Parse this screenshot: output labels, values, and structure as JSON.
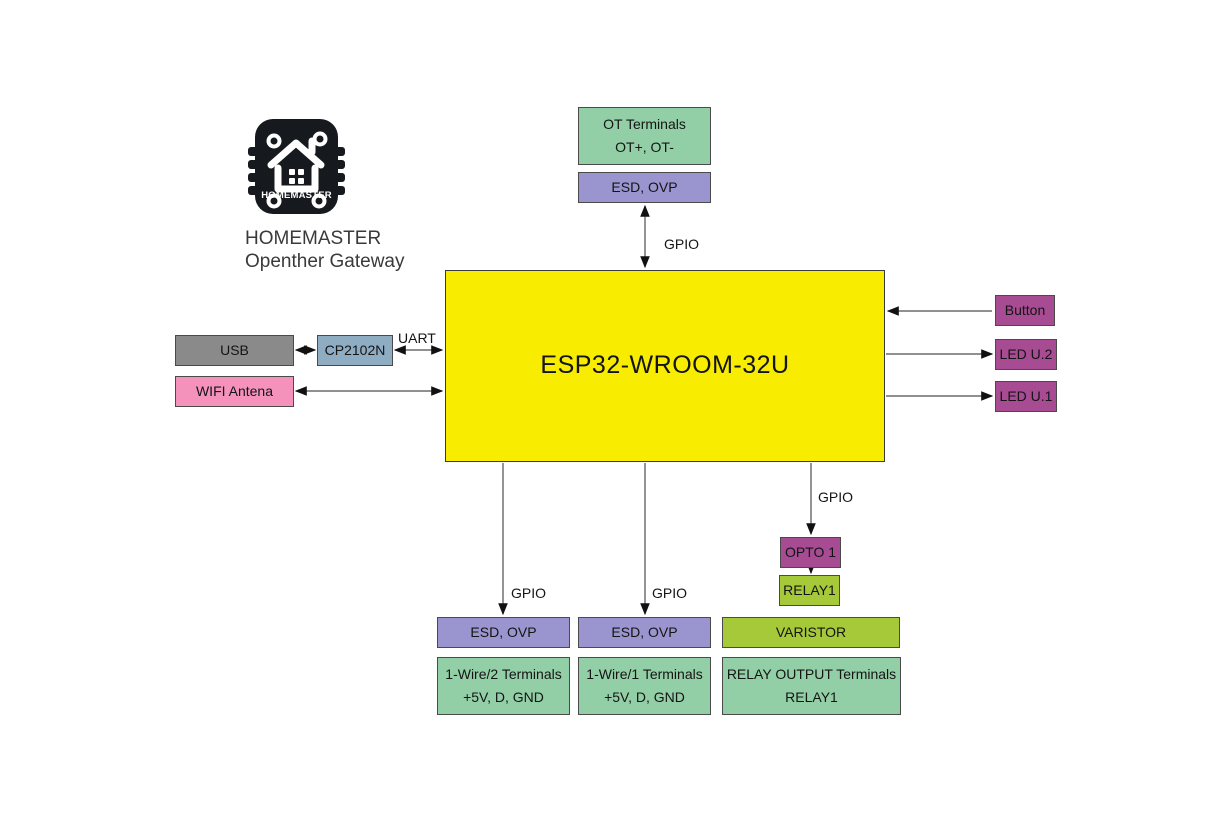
{
  "brand": {
    "logo_text": "HOMEMASTER",
    "title_line1": "HOMEMASTER",
    "title_line2": "Openther Gateway"
  },
  "nodes": {
    "ot_terminals": {
      "line1": "OT Terminals",
      "line2": "OT+, OT-"
    },
    "esd_ovp_ot": {
      "label": "ESD, OVP"
    },
    "esp32": {
      "label": "ESP32-WROOM-32U"
    },
    "usb": {
      "label": "USB"
    },
    "cp2102n": {
      "label": "CP2102N"
    },
    "wifi_antenna": {
      "label": "WIFI Antena"
    },
    "button": {
      "label": "Button"
    },
    "led_u2": {
      "label": "LED U.2"
    },
    "led_u1": {
      "label": "LED U.1"
    },
    "esd_ovp_1wire2": {
      "label": "ESD, OVP"
    },
    "esd_ovp_1wire1": {
      "label": "ESD, OVP"
    },
    "one_wire_2": {
      "line1": "1-Wire/2 Terminals",
      "line2": "+5V, D, GND"
    },
    "one_wire_1": {
      "line1": "1-Wire/1 Terminals",
      "line2": "+5V, D, GND"
    },
    "opto1": {
      "label": "OPTO 1"
    },
    "relay1": {
      "label": "RELAY1"
    },
    "varistor": {
      "label": "VARISTOR"
    },
    "relay_output": {
      "line1": "RELAY OUTPUT Terminals",
      "line2": "RELAY1"
    }
  },
  "wire_labels": {
    "uart": "UART",
    "gpio_ot": "GPIO",
    "gpio_1wire2": "GPIO",
    "gpio_1wire1": "GPIO",
    "gpio_relay": "GPIO"
  },
  "colors": {
    "esp32_fill": "#f8ec00",
    "terminal_green": "#93cfa6",
    "protection_purple": "#9b95cf",
    "io_magenta": "#a74b93",
    "relay_lime": "#a5c939",
    "usb_gray": "#8a8a8a",
    "uart_bridge_blue": "#8fadc2",
    "wifi_pink": "#f492bc",
    "wire_stroke": "#4d4d4d",
    "arrowhead": "#111111"
  }
}
